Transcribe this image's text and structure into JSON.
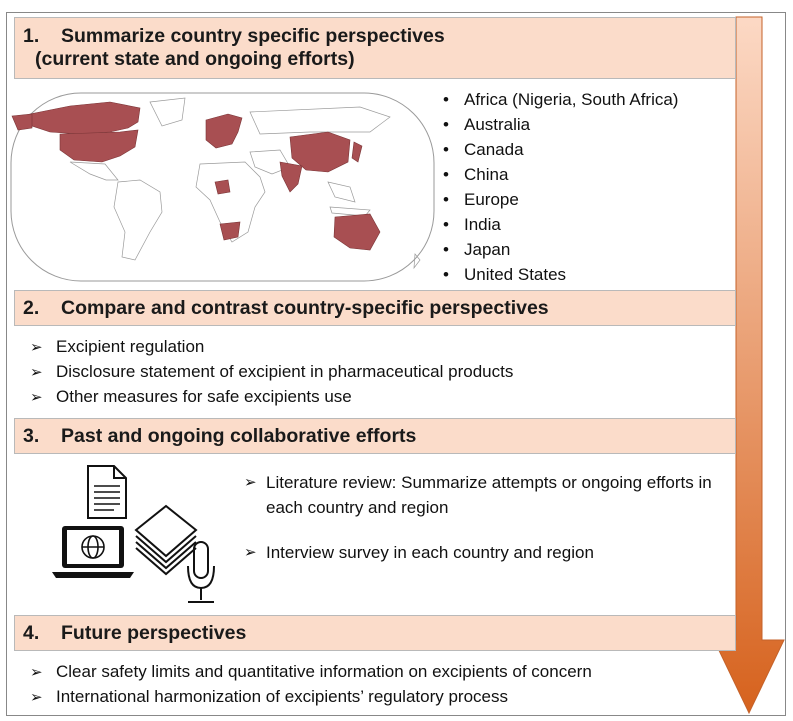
{
  "sections": [
    {
      "number": "1.",
      "title": "Summarize country specific perspectives",
      "subtitle": "(current state and ongoing efforts)"
    },
    {
      "number": "2.",
      "title": "Compare and contrast country-specific perspectives"
    },
    {
      "number": "3.",
      "title": "Past and ongoing collaborative efforts"
    },
    {
      "number": "4.",
      "title": "Future perspectives"
    }
  ],
  "countries": [
    "Africa (Nigeria, South Africa)",
    "Australia",
    "Canada",
    "China",
    "Europe",
    "India",
    "Japan",
    "United States"
  ],
  "compare_items": [
    "Excipient regulation",
    "Disclosure statement of excipient in pharmaceutical products",
    "Other measures for safe excipients use"
  ],
  "collab_items": [
    "Literature review: Summarize attempts or ongoing efforts in each country and region",
    "Interview survey in each country and region"
  ],
  "future_items": [
    "Clear safety limits and quantitative information on excipients of concern",
    "International harmonization of excipients’ regulatory process"
  ],
  "colors": {
    "header_fill": "#fbdcca",
    "highlight_countries": "#a84f52",
    "arrow_top": "#fcd9c5",
    "arrow_bottom": "#d6621d"
  },
  "icons": [
    "world-map",
    "document-icon",
    "laptop-globe-icon",
    "papers-stack-icon",
    "microphone-icon"
  ]
}
